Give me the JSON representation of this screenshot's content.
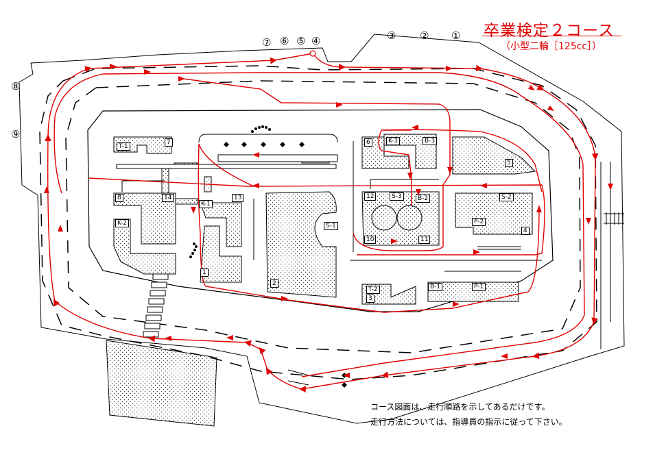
{
  "title": "卒業検定２コース",
  "subtitle": "（小型二輪［125cc］）",
  "notes": [
    "コース図面は、走行順路を示してあるだけです。",
    "走行方法については、指導員の指示に従って下さい。"
  ],
  "colors": {
    "route": "#e00000",
    "outline": "#000000",
    "area_fill": "#e6e6e6"
  },
  "point_markers": [
    "①",
    "②",
    "③",
    "④",
    "⑤",
    "⑥",
    "⑦",
    "⑧",
    "⑨"
  ],
  "area_labels": [
    "T-1",
    "7",
    "K-3",
    "B-3",
    "6",
    "5",
    "8",
    "14",
    "K-1",
    "13",
    "S-3",
    "B-2",
    "S-2",
    "12",
    "S-1",
    "P-2",
    "4",
    "K-2",
    "1",
    "10",
    "11",
    "2",
    "T-2",
    "3",
    "B-1",
    "P-1"
  ]
}
